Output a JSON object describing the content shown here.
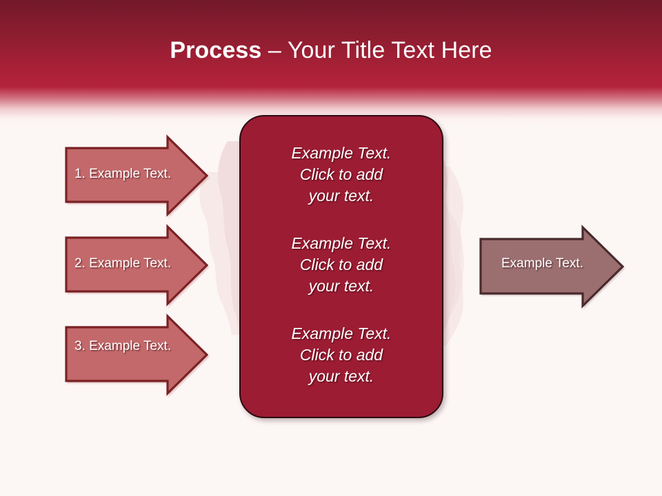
{
  "slide": {
    "background_color": "#fcf6f5",
    "watermark_color": "#f1dede"
  },
  "header": {
    "title_bold": "Process",
    "title_separator": " – ",
    "title_rest": "Your Title Text Here",
    "text_color": "#ffffff",
    "gradient_top": "#72182a",
    "gradient_mid": "#b4233c"
  },
  "center_panel": {
    "fill_color": "#9c1c33",
    "border_color": "#2b0a10",
    "text_color": "#ffffff",
    "blocks": [
      {
        "line1": "Example Text.",
        "line2": "Click  to add",
        "line3": "your text."
      },
      {
        "line1": "Example Text.",
        "line2": "Click  to add",
        "line3": "your text."
      },
      {
        "line1": "Example Text.",
        "line2": "Click  to add",
        "line3": "your text."
      }
    ]
  },
  "input_arrows": {
    "fill_color": "#c4696b",
    "border_color": "#7a2124",
    "text_color": "#ffffff",
    "items": [
      {
        "label": "1. Example Text."
      },
      {
        "label": "2. Example Text."
      },
      {
        "label": "3. Example Text."
      }
    ]
  },
  "output_arrow": {
    "fill_color": "#9b6f70",
    "border_color": "#4a2a2c",
    "text_color": "#ffffff",
    "label": "Example Text."
  }
}
